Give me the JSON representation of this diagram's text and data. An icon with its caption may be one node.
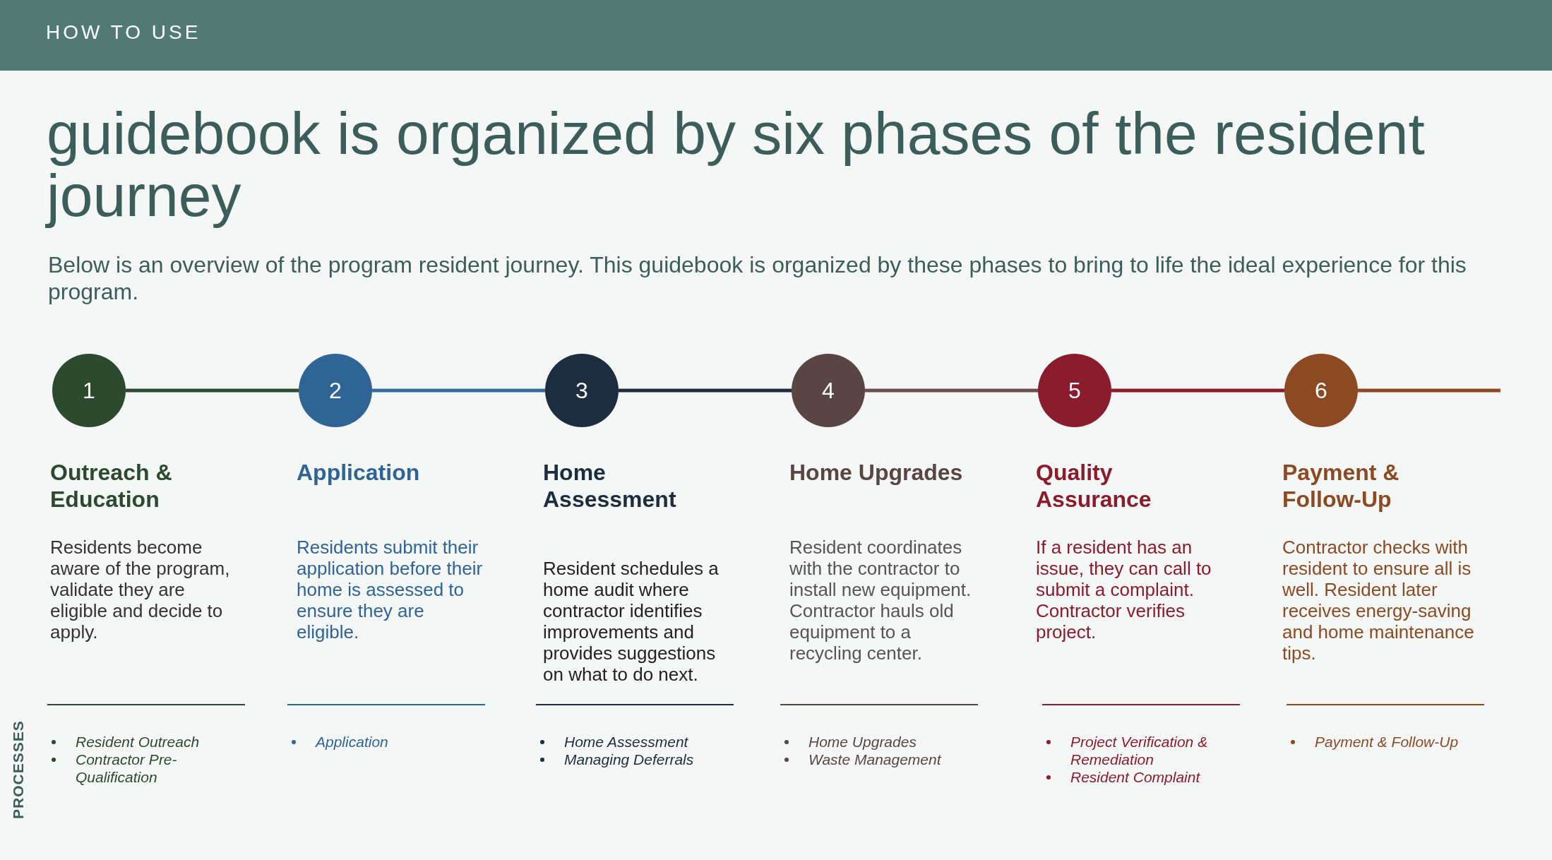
{
  "diagram": {
    "title": "guidebook is organized by six phases of the resident journey",
    "nodes": [
      {
        "text": [
          "1"
        ],
        "beside": [
          "Outreach & Education",
          "Residents become aware of the program, validate they are eligible and decide to apply."
        ]
      },
      {
        "text": [
          "2"
        ],
        "beside": [
          "Application",
          "Residents submit their application before their home is assessed to ensure they are eligible."
        ]
      },
      {
        "text": [
          "3"
        ],
        "beside": [
          "Home Assessment",
          "Resident schedules a home audit where contractor identifies improvements and provides suggestions on what to do next."
        ]
      },
      {
        "text": [
          "4"
        ],
        "beside": [
          "Home Upgrades",
          "Resident coordinates with the contractor to install new equipment. Contractor hauls old equipment to a recycling center."
        ]
      },
      {
        "text": [
          "5"
        ],
        "beside": [
          "Quality Assurance",
          "If a resident has an issue, they can call to submit a complaint. Contractor verifies project."
        ]
      },
      {
        "text": [
          "6"
        ],
        "beside": [
          "Payment & Follow-Up",
          "Contractor checks with resident to ensure all is well. Resident later receives energy-saving and home maintenance tips."
        ]
      }
    ],
    "edges": [
      {
        "from": 0,
        "to": 1,
        "arrow": "none",
        "color": "#2b4a2e"
      },
      {
        "from": 1,
        "to": 2,
        "arrow": "none",
        "color": "#3a6b9e"
      },
      {
        "from": 2,
        "to": 3,
        "arrow": "none",
        "color": "#1c2d3f"
      },
      {
        "from": 3,
        "to": 4,
        "arrow": "none",
        "color": "#6a5050"
      },
      {
        "from": 4,
        "to": 5,
        "arrow": "none",
        "color": "#8a1c2b"
      },
      {
        "from": 5,
        "to": null,
        "arrow": "none",
        "color": "#8c4a22"
      }
    ],
    "labels": [
      "HOW TO USE",
      "Below is an overview of the program resident journey. This guidebook is organized by these phases to bring to life the ideal experience for this program.",
      "PROCESSES",
      "Resident Outreach",
      "Contractor Pre-Qualification",
      "Application",
      "Home Assessment",
      "Managing Deferrals",
      "Home Upgrades",
      "Waste Management",
      "Project Verification & Remediation",
      "Resident Complaint",
      "Payment & Follow-Up"
    ]
  }
}
